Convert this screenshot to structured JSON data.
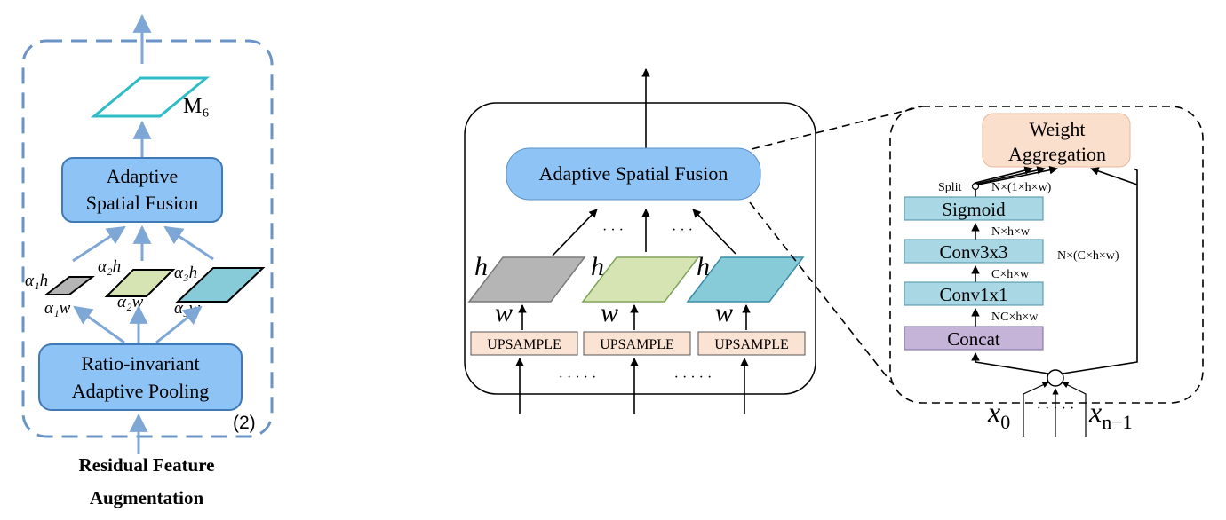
{
  "colors": {
    "blue_box": "#8ec4f5",
    "blue_stroke": "#3f79b8",
    "arrow_blue": "#7fa7d6",
    "teal_plane": "#2fbcc6",
    "gray_plane": "#b5b5b5",
    "green_plane": "#d6e4b4",
    "teal_fill": "#87cbd9",
    "upsample_fill": "#fbe3d3",
    "weight_fill": "#fbdfcd",
    "layer_fill": "#a9d7e3",
    "concat_fill": "#c5b3d8"
  },
  "left_panel": {
    "m6_label": "M₆",
    "fusion_line1": "Adaptive",
    "fusion_line2": "Spatial Fusion",
    "pool_line1": "Ratio-invariant",
    "pool_line2": "Adaptive Pooling",
    "number_badge": "(2)",
    "caption_line1": "Residual Feature",
    "caption_line2": "Augmentation",
    "scale_labels": {
      "a1h": "α₁h",
      "a1w": "α₁w",
      "a2h": "α₂h",
      "a2w": "α₂w",
      "a3h": "α₃h",
      "a3w": "α₃w"
    }
  },
  "middle_panel": {
    "fusion_label": "Adaptive Spatial Fusion",
    "dots_upper_1": "· · ·",
    "dots_upper_2": "· · ·",
    "dots_lower_1": "· · · · ·",
    "dots_lower_2": "· · · · ·",
    "h_label": "h",
    "w_label": "w",
    "upsample_label": "UPSAMPLE"
  },
  "right_panel": {
    "weight_line1": "Weight",
    "weight_line2": "Aggregation",
    "split_label": "Split",
    "sigmoid_label": "Sigmoid",
    "conv3_label": "Conv3x3",
    "conv1_label": "Conv1x1",
    "concat_label": "Concat",
    "dim_split": "N×(1×h×w)",
    "dim_sigmoid_in": "N×h×w",
    "dim_conv3_in": "C×h×w",
    "dim_conv1_in": "NC×h×w",
    "dim_skip": "N×(C×h×w)",
    "x0_base": "x",
    "x0_sub": "0",
    "xn_base": "x",
    "xn_sub": "n−1",
    "input_dots": "· · · · ·"
  }
}
